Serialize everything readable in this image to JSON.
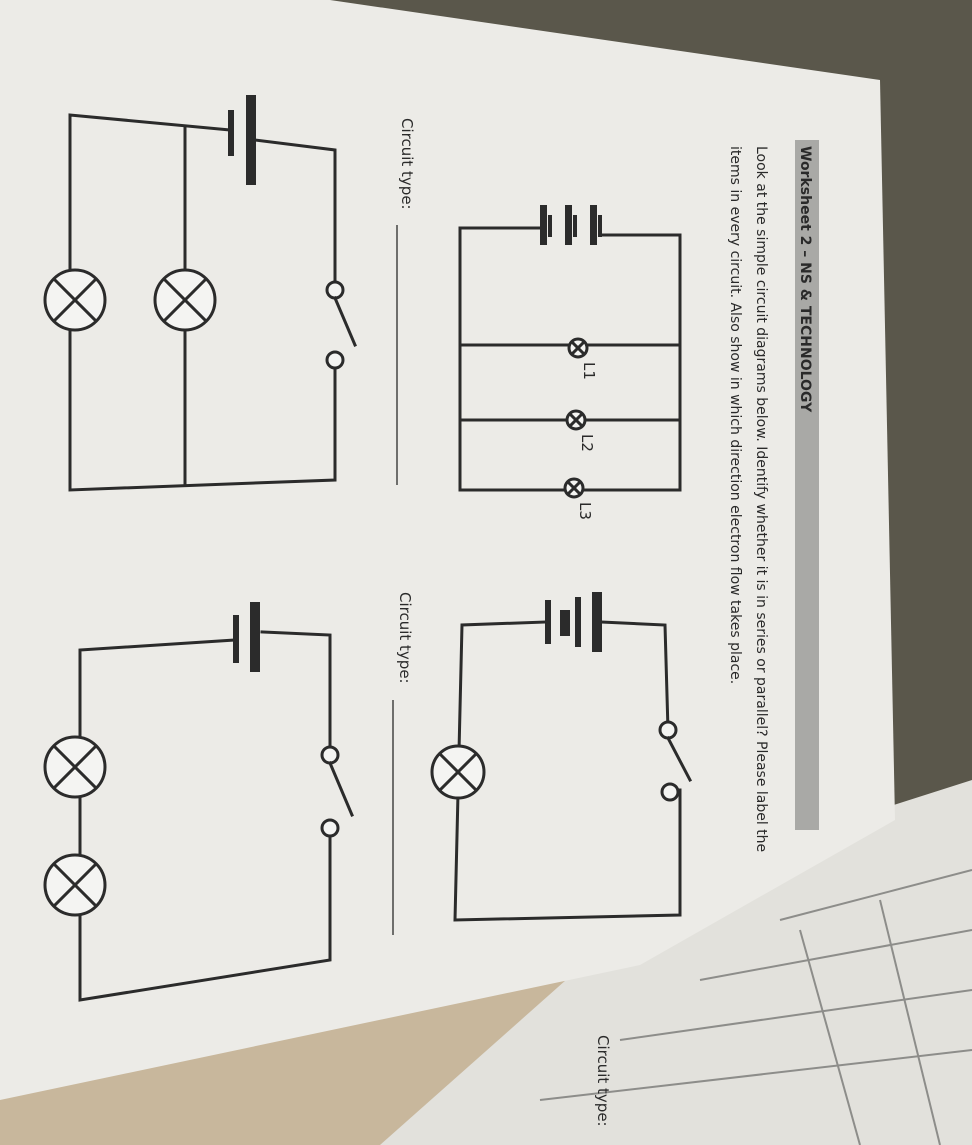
{
  "worksheet": {
    "title": "Worksheet 2 – NS & TECHNOLOGY",
    "instructions": [
      "Look at the simple circuit diagrams below.  Identify whether it is in series or parallel? Please label the",
      "items in every circuit. Also show in which direction electron flow takes place."
    ],
    "circuit_type_label": "Circuit type:",
    "lamp_labels": [
      "L1",
      "L2",
      "L3"
    ]
  },
  "colors": {
    "paper": "#ecebe7",
    "header_band": "#a9a9a6",
    "ink": "#2b2b2b",
    "background_dark": "#5a574b",
    "towel": "#c8b79c"
  }
}
